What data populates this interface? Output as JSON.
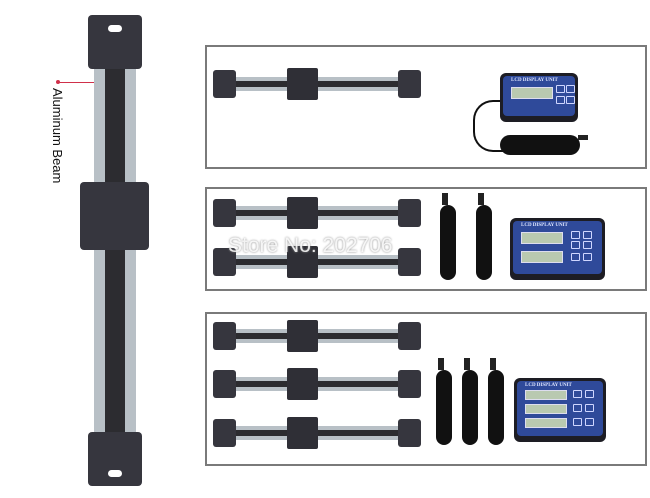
{
  "label": "Aluminum Beam",
  "watermark": "Store No: 202706",
  "display_title": "LCD DISPLAY UNIT",
  "colors": {
    "cap": "#36363e",
    "rail": "#b8c0c6",
    "display": "#2f4a9a",
    "label_line": "#d0304a"
  }
}
